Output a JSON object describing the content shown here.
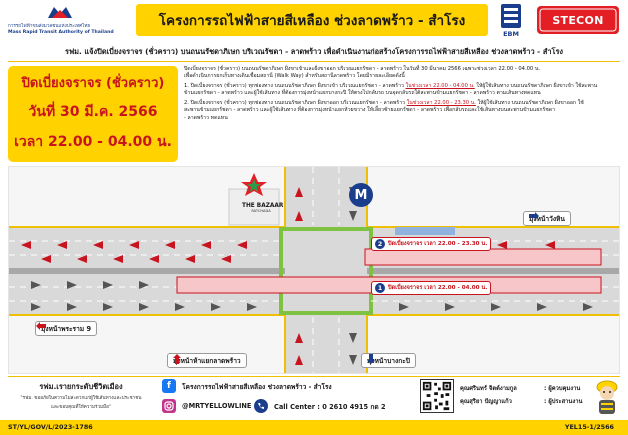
{
  "header": {
    "title": "โครงการรถไฟฟ้าสายสีเหลือง ช่วงลาดพร้าว - สำโรง",
    "mrta_th": "การรถไฟฟ้าขนส่งมวลชนแห่งประเทศไทย",
    "mrta_en": "Mass Rapid Transit Authority of Thailand",
    "ebm": "EBM",
    "stecon": "STECON"
  },
  "announcement": "รฟม. แจ้งปิดเบี่ยงจราจร (ชั่วคราว) บนถนนรัชดาภิเษก บริเวณรัชดา - ลาดพร้าว เพื่อดำเนินงานก่อสร้างโครงการรถไฟฟ้าสายสีเหลือง ช่วงลาดพร้าว - สำโรง",
  "notice": {
    "title": "ปิดเบี่ยงจราจร (ชั่วคราว)",
    "date": "วันที่ 30 มี.ค. 2566",
    "time": "เวลา 22.00 - 04.00 น."
  },
  "details": {
    "intro_1": "ปิดเบี่ยงจราจร (ชั่วคราว) บนถนนรัชดาภิเษก ฝั่งขาเข้าและฝั่งขาออก บริเวณแยกรัชดา - ลาดพร้าว ในวันที่ 30 มีนาคม 2566 เฉพาะช่วงเวลา 22.00 - 04.00 น.",
    "intro_2": "เพื่อดำเนินการยกเก็บทางเดินเชื่อมสถานี (Walk Way) สำหรับสถานีลาดพร้าว โดยมีรายละเอียดดังนี้",
    "item_1_a": "1. ปิดเบี่ยงจราจร (ชั่วคราว) ทุกช่องทาง บนถนนรัชดาภิเษก ฝั่งขาเข้า บริเวณแยกรัชดา - ลาดพร้าว",
    "item_1_time": "ในช่วงเวลา 22.00 - 04.00 น.",
    "item_1_b": "ให้ผู้ใช้เส้นทาง บนถนนรัชดาภิเษก ฝั่งขาเข้า ใช้สะพาน",
    "item_1_c": "ข้ามแยกรัชดา - ลาดพร้าว และผู้ใช้เส้นทาง ที่ต้องการมุ่งหน้าแยกบางกะปิ ให้ตรงไปกลับรถ บนจุดกลับรถใต้สะพานข้ามแยกรัชดา - ลาดพร้าว ตามเส้นทางทดแทน",
    "item_2_a": "2. ปิดเบี่ยงจราจร (ชั่วคราว) ทุกช่องทาง บนถนนรัชดาภิเษก ฝั่งขาออก บริเวณแยกรัชดา - ลาดพร้าว",
    "item_2_time": "ในช่วงเวลา 22.00 - 23.30 น.",
    "item_2_b": "ให้ผู้ใช้เส้นทาง บนถนนรัชดาภิเษก ฝั่งขาออก ใช้",
    "item_2_c": "สะพานข้ามแยกรัชดา - ลาดพร้าว และผู้ใช้เส้นทาง ที่ต้องการมุ่งหน้าแยกห้วยขวาง ให้เลี้ยวซ้ายแยกรัชดา - ลาดพร้าว เพื่อกลับรถและใช้เส้นทางบนสะพานข้ามแยกรัชดา",
    "item_2_d": "- ลาดพร้าว ทดแทน"
  },
  "map": {
    "bazaar_name": "THE BAZAAR",
    "bazaar_sub": "RATCHADA",
    "station": "M",
    "closure_2": "ปิดเบี่ยงจราจร เวลา 22.00 - 23.30 น.",
    "closure_2_num": "2",
    "closure_1": "ปิดเบี่ยงจราจร เวลา 22.00 - 04.00 น.",
    "closure_1_num": "1",
    "dir_cheng": "มุ่งหน้าวังหิน",
    "dir_samrong9": "มุ่งหน้าพระราม 9",
    "dir_phrom": "มุ่งหน้าห้าแยกลาดพร้าว",
    "dir_bangkapi": "มุ่งหน้าบางกะปิ"
  },
  "footer": {
    "slogan": "รฟม.เรายกระดับชีวิตเมือง",
    "apology_1": "\"รฟม. ขออภัยในความไม่สะดวกแก่ผู้ใช้เส้นทางและประชาชน",
    "apology_2": "และขอบคุณที่ให้ความร่วมมือ\"",
    "facebook": "โครงการรถไฟฟ้าสายสีเหลือง ช่วงลาดพร้าว - สำโรง",
    "instagram": "@MRTYELLOWLINE",
    "call_center": "Call Center : 0 2610 4915 กด 2",
    "staff": [
      {
        "name": "คุณศรินทร์ จิตต์งามกูล",
        "role": ": ผู้ควบคุมงาน"
      },
      {
        "name": "คุณสุริยา ปัญญาแก้ว",
        "role": ": ผู้ประสานงาน"
      }
    ],
    "doc_code": "ST/YL/GOV/L/2023-1786",
    "doc_ref": "YEL15-1/2566"
  },
  "colors": {
    "yellow": "#ffd200",
    "red": "#c8141e",
    "blue": "#1a3e8c",
    "green": "#7fc241"
  }
}
